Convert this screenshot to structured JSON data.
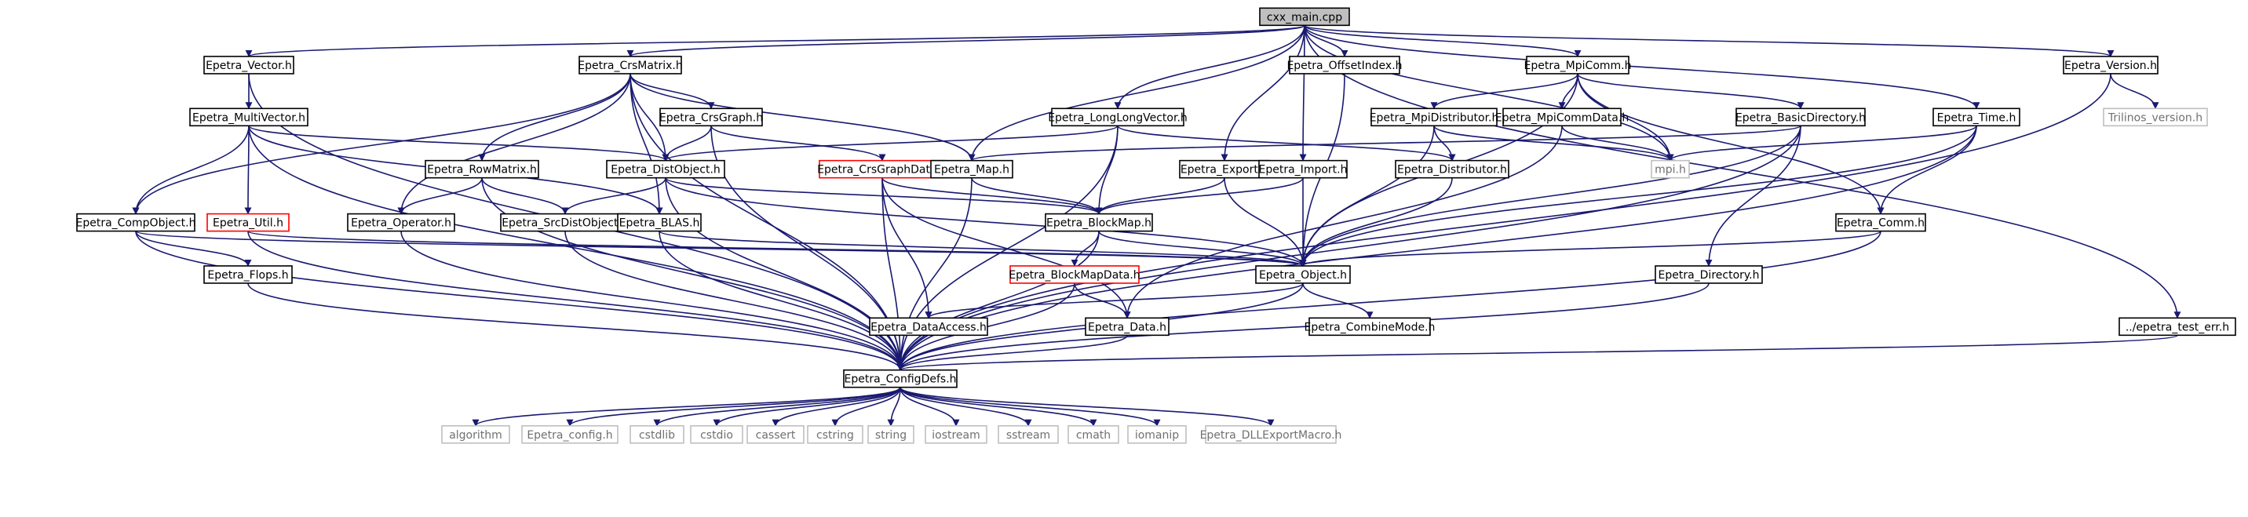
{
  "colors": {
    "edge": "#191970",
    "normal_border": "#000000",
    "red_border": "#ff0000",
    "grey_border": "#bfbfbf",
    "root_fill": "#bfbfbf",
    "text": "#000000",
    "grey_text": "#707070"
  },
  "nodes": [
    {
      "id": "cxx_main",
      "label": "cxx_main.cpp",
      "style": "root"
    },
    {
      "id": "vector",
      "label": "Epetra_Vector.h",
      "style": "normal"
    },
    {
      "id": "crsmatrix",
      "label": "Epetra_CrsMatrix.h",
      "style": "normal"
    },
    {
      "id": "offsetindex",
      "label": "Epetra_OffsetIndex.h",
      "style": "normal"
    },
    {
      "id": "mpicomm",
      "label": "Epetra_MpiComm.h",
      "style": "normal"
    },
    {
      "id": "version",
      "label": "Epetra_Version.h",
      "style": "normal"
    },
    {
      "id": "multivector",
      "label": "Epetra_MultiVector.h",
      "style": "normal"
    },
    {
      "id": "crsgraph",
      "label": "Epetra_CrsGraph.h",
      "style": "normal"
    },
    {
      "id": "longlongvector",
      "label": "Epetra_LongLongVector.h",
      "style": "normal"
    },
    {
      "id": "mpidistributor",
      "label": "Epetra_MpiDistributor.h",
      "style": "normal"
    },
    {
      "id": "mpicommdata",
      "label": "Epetra_MpiCommData.h",
      "style": "normal"
    },
    {
      "id": "basicdirectory",
      "label": "Epetra_BasicDirectory.h",
      "style": "normal"
    },
    {
      "id": "time",
      "label": "Epetra_Time.h",
      "style": "normal"
    },
    {
      "id": "trilinos_version",
      "label": "Trilinos_version.h",
      "style": "grey"
    },
    {
      "id": "rowmatrix",
      "label": "Epetra_RowMatrix.h",
      "style": "normal"
    },
    {
      "id": "distobject",
      "label": "Epetra_DistObject.h",
      "style": "normal"
    },
    {
      "id": "crsgraphdata",
      "label": "Epetra_CrsGraphData.h",
      "style": "red"
    },
    {
      "id": "map",
      "label": "Epetra_Map.h",
      "style": "normal"
    },
    {
      "id": "export",
      "label": "Epetra_Export.h",
      "style": "normal"
    },
    {
      "id": "import",
      "label": "Epetra_Import.h",
      "style": "normal"
    },
    {
      "id": "distributor",
      "label": "Epetra_Distributor.h",
      "style": "normal"
    },
    {
      "id": "mpi",
      "label": "mpi.h",
      "style": "grey"
    },
    {
      "id": "compobject",
      "label": "Epetra_CompObject.h",
      "style": "normal"
    },
    {
      "id": "util",
      "label": "Epetra_Util.h",
      "style": "red"
    },
    {
      "id": "operator",
      "label": "Epetra_Operator.h",
      "style": "normal"
    },
    {
      "id": "srcdistobject",
      "label": "Epetra_SrcDistObject.h",
      "style": "normal"
    },
    {
      "id": "blas",
      "label": "Epetra_BLAS.h",
      "style": "normal"
    },
    {
      "id": "blockmap",
      "label": "Epetra_BlockMap.h",
      "style": "normal"
    },
    {
      "id": "comm",
      "label": "Epetra_Comm.h",
      "style": "normal"
    },
    {
      "id": "flops",
      "label": "Epetra_Flops.h",
      "style": "normal"
    },
    {
      "id": "blockmapdata",
      "label": "Epetra_BlockMapData.h",
      "style": "red"
    },
    {
      "id": "object",
      "label": "Epetra_Object.h",
      "style": "normal"
    },
    {
      "id": "directory",
      "label": "Epetra_Directory.h",
      "style": "normal"
    },
    {
      "id": "dataaccess",
      "label": "Epetra_DataAccess.h",
      "style": "normal"
    },
    {
      "id": "data",
      "label": "Epetra_Data.h",
      "style": "normal"
    },
    {
      "id": "combinemode",
      "label": "Epetra_CombineMode.h",
      "style": "normal"
    },
    {
      "id": "test_err",
      "label": "../epetra_test_err.h",
      "style": "normal"
    },
    {
      "id": "configdefs",
      "label": "Epetra_ConfigDefs.h",
      "style": "normal"
    },
    {
      "id": "algorithm",
      "label": "algorithm",
      "style": "grey"
    },
    {
      "id": "epetra_config",
      "label": "Epetra_config.h",
      "style": "grey"
    },
    {
      "id": "cstdlib",
      "label": "cstdlib",
      "style": "grey"
    },
    {
      "id": "cstdio",
      "label": "cstdio",
      "style": "grey"
    },
    {
      "id": "cassert",
      "label": "cassert",
      "style": "grey"
    },
    {
      "id": "cstring",
      "label": "cstring",
      "style": "grey"
    },
    {
      "id": "string",
      "label": "string",
      "style": "grey"
    },
    {
      "id": "iostream",
      "label": "iostream",
      "style": "grey"
    },
    {
      "id": "sstream",
      "label": "sstream",
      "style": "grey"
    },
    {
      "id": "cmath",
      "label": "cmath",
      "style": "grey"
    },
    {
      "id": "iomanip",
      "label": "iomanip",
      "style": "grey"
    },
    {
      "id": "dllexport",
      "label": "Epetra_DLLExportMacro.h",
      "style": "grey"
    }
  ],
  "edges": [
    [
      "cxx_main",
      "vector"
    ],
    [
      "cxx_main",
      "crsmatrix"
    ],
    [
      "cxx_main",
      "offsetindex"
    ],
    [
      "cxx_main",
      "mpicomm"
    ],
    [
      "cxx_main",
      "version"
    ],
    [
      "cxx_main",
      "longlongvector"
    ],
    [
      "cxx_main",
      "map"
    ],
    [
      "cxx_main",
      "export"
    ],
    [
      "cxx_main",
      "import"
    ],
    [
      "cxx_main",
      "time"
    ],
    [
      "cxx_main",
      "mpi"
    ],
    [
      "cxx_main",
      "test_err"
    ],
    [
      "vector",
      "multivector"
    ],
    [
      "vector",
      "configdefs"
    ],
    [
      "crsmatrix",
      "compobject"
    ],
    [
      "crsmatrix",
      "operator"
    ],
    [
      "crsmatrix",
      "rowmatrix"
    ],
    [
      "crsmatrix",
      "crsgraph"
    ],
    [
      "crsmatrix",
      "distobject"
    ],
    [
      "crsmatrix",
      "blas"
    ],
    [
      "crsmatrix",
      "map"
    ],
    [
      "crsmatrix",
      "configdefs"
    ],
    [
      "offsetindex",
      "object"
    ],
    [
      "mpicomm",
      "mpidistributor"
    ],
    [
      "mpicomm",
      "mpicommdata"
    ],
    [
      "mpicomm",
      "basicdirectory"
    ],
    [
      "mpicomm",
      "mpi"
    ],
    [
      "mpicomm",
      "comm"
    ],
    [
      "mpicomm",
      "object"
    ],
    [
      "version",
      "trilinos_version"
    ],
    [
      "version",
      "configdefs"
    ],
    [
      "multivector",
      "compobject"
    ],
    [
      "multivector",
      "util"
    ],
    [
      "multivector",
      "distobject"
    ],
    [
      "multivector",
      "blas"
    ],
    [
      "multivector",
      "configdefs"
    ],
    [
      "crsgraph",
      "distobject"
    ],
    [
      "crsgraph",
      "crsgraphdata"
    ],
    [
      "crsgraph",
      "configdefs"
    ],
    [
      "longlongvector",
      "distobject"
    ],
    [
      "longlongvector",
      "distributor"
    ],
    [
      "longlongvector",
      "blockmap"
    ],
    [
      "longlongvector",
      "configdefs"
    ],
    [
      "mpidistributor",
      "distributor"
    ],
    [
      "mpidistributor",
      "mpi"
    ],
    [
      "mpidistributor",
      "object"
    ],
    [
      "mpicommdata",
      "mpi"
    ],
    [
      "mpicommdata",
      "data"
    ],
    [
      "basicdirectory",
      "map"
    ],
    [
      "basicdirectory",
      "directory"
    ],
    [
      "basicdirectory",
      "object"
    ],
    [
      "basicdirectory",
      "configdefs"
    ],
    [
      "time",
      "mpi"
    ],
    [
      "time",
      "comm"
    ],
    [
      "time",
      "object"
    ],
    [
      "time",
      "configdefs"
    ],
    [
      "rowmatrix",
      "operator"
    ],
    [
      "rowmatrix",
      "srcdistobject"
    ],
    [
      "rowmatrix",
      "configdefs"
    ],
    [
      "distobject",
      "srcdistobject"
    ],
    [
      "distobject",
      "blockmap"
    ],
    [
      "distobject",
      "object"
    ],
    [
      "distobject",
      "configdefs"
    ],
    [
      "crsgraphdata",
      "blockmap"
    ],
    [
      "crsgraphdata",
      "dataaccess"
    ],
    [
      "crsgraphdata",
      "data"
    ],
    [
      "crsgraphdata",
      "configdefs"
    ],
    [
      "map",
      "blockmap"
    ],
    [
      "map",
      "configdefs"
    ],
    [
      "export",
      "blockmap"
    ],
    [
      "export",
      "object"
    ],
    [
      "import",
      "blockmap"
    ],
    [
      "import",
      "object"
    ],
    [
      "distributor",
      "object"
    ],
    [
      "compobject",
      "flops"
    ],
    [
      "compobject",
      "object"
    ],
    [
      "compobject",
      "configdefs"
    ],
    [
      "util",
      "object"
    ],
    [
      "util",
      "configdefs"
    ],
    [
      "operator",
      "configdefs"
    ],
    [
      "srcdistobject",
      "configdefs"
    ],
    [
      "blas",
      "object"
    ],
    [
      "blas",
      "configdefs"
    ],
    [
      "blockmap",
      "blockmapdata"
    ],
    [
      "blockmap",
      "object"
    ],
    [
      "blockmap",
      "configdefs"
    ],
    [
      "comm",
      "object"
    ],
    [
      "comm",
      "configdefs"
    ],
    [
      "flops",
      "configdefs"
    ],
    [
      "blockmapdata",
      "data"
    ],
    [
      "blockmapdata",
      "configdefs"
    ],
    [
      "object",
      "dataaccess"
    ],
    [
      "object",
      "combinemode"
    ],
    [
      "object",
      "configdefs"
    ],
    [
      "directory",
      "configdefs"
    ],
    [
      "data",
      "configdefs"
    ],
    [
      "test_err",
      "configdefs"
    ],
    [
      "configdefs",
      "algorithm"
    ],
    [
      "configdefs",
      "epetra_config"
    ],
    [
      "configdefs",
      "cstdlib"
    ],
    [
      "configdefs",
      "cstdio"
    ],
    [
      "configdefs",
      "cassert"
    ],
    [
      "configdefs",
      "cstring"
    ],
    [
      "configdefs",
      "string"
    ],
    [
      "configdefs",
      "iostream"
    ],
    [
      "configdefs",
      "sstream"
    ],
    [
      "configdefs",
      "cmath"
    ],
    [
      "configdefs",
      "iomanip"
    ],
    [
      "configdefs",
      "dllexport"
    ]
  ]
}
